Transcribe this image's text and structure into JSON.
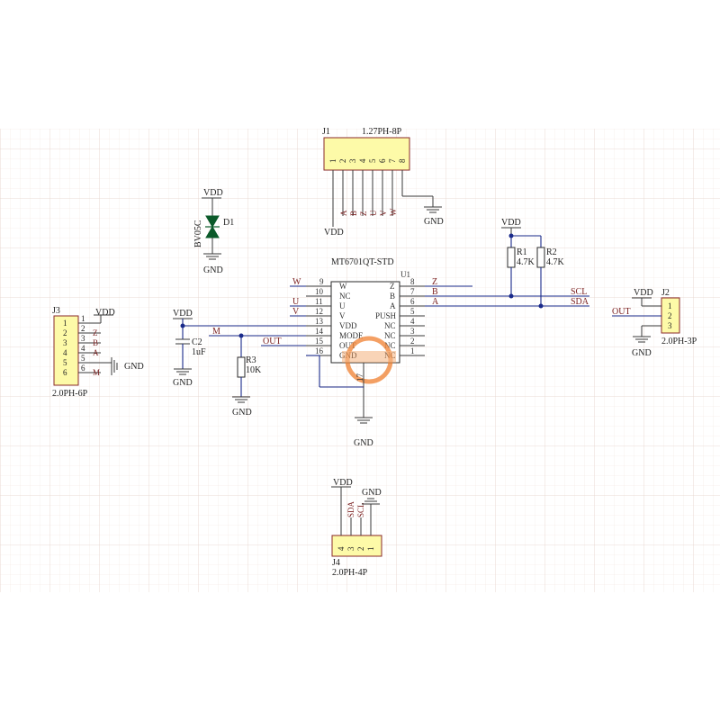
{
  "vdd": "VDD",
  "gnd": "GND",
  "j1": {
    "ref": "J1",
    "value": "1.27PH-8P",
    "pins": [
      "1",
      "2",
      "3",
      "4",
      "5",
      "6",
      "7",
      "8"
    ],
    "nets": [
      "A",
      "B",
      "Z",
      "U",
      "V",
      "W"
    ]
  },
  "d1": {
    "ref": "D1",
    "value": "BV05C"
  },
  "u1": {
    "ref": "U1",
    "value": "MT6701QT-STD",
    "left_pins": [
      {
        "num": "9",
        "name": "W",
        "net": "W"
      },
      {
        "num": "10",
        "name": "NC",
        "net": ""
      },
      {
        "num": "11",
        "name": "U",
        "net": "U"
      },
      {
        "num": "12",
        "name": "V",
        "net": "V"
      },
      {
        "num": "13",
        "name": "VDD",
        "net": ""
      },
      {
        "num": "14",
        "name": "MODE",
        "net": "M"
      },
      {
        "num": "15",
        "name": "OUT",
        "net": "OUT"
      },
      {
        "num": "16",
        "name": "GND",
        "net": ""
      }
    ],
    "right_pins": [
      {
        "num": "8",
        "name": "Z",
        "net": "Z"
      },
      {
        "num": "7",
        "name": "B",
        "net": "B"
      },
      {
        "num": "6",
        "name": "A",
        "net": "A"
      },
      {
        "num": "5",
        "name": "PUSH",
        "net": ""
      },
      {
        "num": "4",
        "name": "NC",
        "net": ""
      },
      {
        "num": "3",
        "name": "NC",
        "net": ""
      },
      {
        "num": "2",
        "name": "NC",
        "net": ""
      },
      {
        "num": "1",
        "name": "NC",
        "net": ""
      }
    ],
    "bottom_pin": "17"
  },
  "r1": {
    "ref": "R1",
    "value": "4.7K"
  },
  "r2": {
    "ref": "R2",
    "value": "4.7K"
  },
  "r3": {
    "ref": "R3",
    "value": "10K"
  },
  "c2": {
    "ref": "C2",
    "value": "1uF"
  },
  "nets": {
    "scl": "SCL",
    "sda": "SDA",
    "out": "OUT",
    "m": "M"
  },
  "j2": {
    "ref": "J2",
    "value": "2.0PH-3P",
    "pins": [
      "1",
      "2",
      "3"
    ]
  },
  "j3": {
    "ref": "J3",
    "value": "2.0PH-6P",
    "pins": [
      "1",
      "2",
      "3",
      "4",
      "5",
      "6"
    ],
    "nets": [
      "Z",
      "B",
      "A",
      "M"
    ]
  },
  "j4": {
    "ref": "J4",
    "value": "2.0PH-4P",
    "pins": [
      "4",
      "3",
      "2",
      "1"
    ]
  }
}
